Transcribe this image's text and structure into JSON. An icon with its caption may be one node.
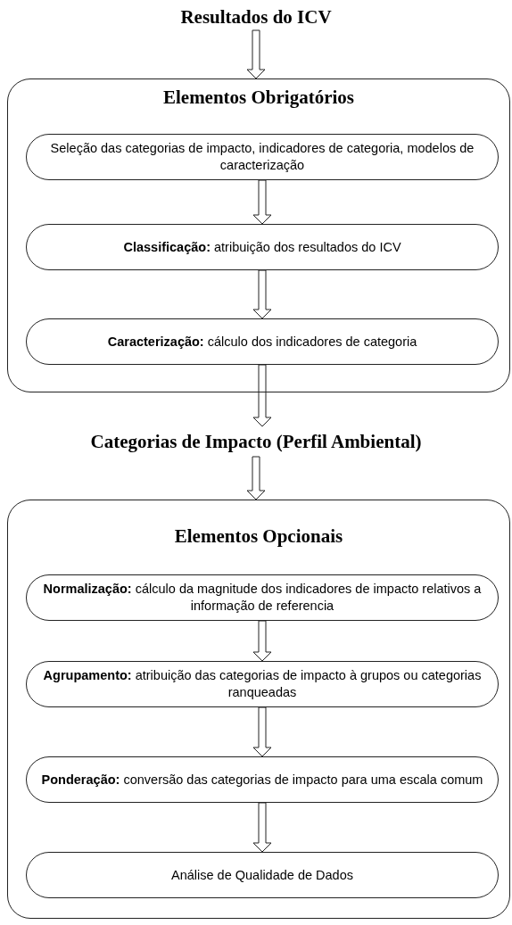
{
  "diagram": {
    "nodes": [
      {
        "text": [
          "Resultados do ICV"
        ]
      },
      {
        "text": [
          "Elementos Obrigatórios"
        ]
      },
      {
        "text": [
          "Seleção das categorias de impacto, indicadores de categoria, modelos de caracterização"
        ],
        "in": 1
      },
      {
        "text": [
          "**Classificação:** atribuição dos resultados do ICV"
        ],
        "in": 1
      },
      {
        "text": [
          "**Caracterização:** cálculo dos indicadores de categoria"
        ],
        "in": 1
      },
      {
        "text": [
          "Categorias de Impacto (Perfil Ambiental)"
        ]
      },
      {
        "text": [
          "Elementos Opcionais"
        ]
      },
      {
        "text": [
          "**Normalização:** cálculo da magnitude dos indicadores de impacto relativos a informação de referencia"
        ],
        "in": 6
      },
      {
        "text": [
          "**Agrupamento:** atribuição das categorias de impacto à grupos ou categorias ranqueadas"
        ],
        "in": 6
      },
      {
        "text": [
          "**Ponderação:** conversão das categorias de impacto para uma escala comum"
        ],
        "in": 6
      },
      {
        "text": [
          "Análise de Qualidade de Dados"
        ],
        "in": 6
      }
    ],
    "edges": [
      {
        "from": 0,
        "to": 1,
        "arrow": "to"
      },
      {
        "from": 2,
        "to": 3,
        "arrow": "to"
      },
      {
        "from": 3,
        "to": 4,
        "arrow": "to"
      },
      {
        "from": 4,
        "to": 5,
        "arrow": "to"
      },
      {
        "from": 5,
        "to": 6,
        "arrow": "to"
      },
      {
        "from": 7,
        "to": 8,
        "arrow": "to"
      },
      {
        "from": 8,
        "to": 9,
        "arrow": "to"
      },
      {
        "from": 9,
        "to": 10,
        "arrow": "to"
      }
    ]
  }
}
